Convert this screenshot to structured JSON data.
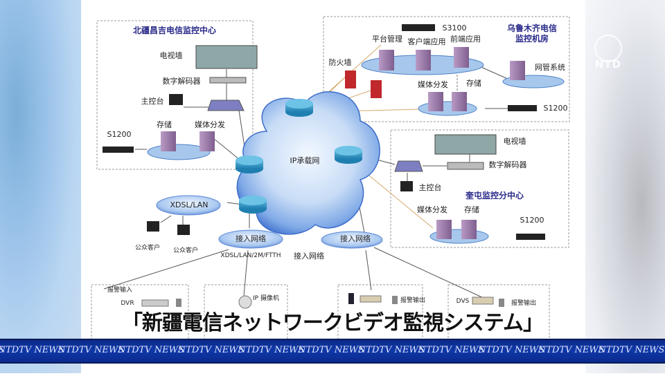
{
  "broadcast": {
    "channel_logo": "NTD",
    "caption": "「新疆電信ネットワークビデオ監視システム」",
    "ticker_text": "NTDTV NEWS",
    "ticker_repeat": 12,
    "ticker_color": "#0f38a8"
  },
  "diagram": {
    "core_network": "IP承载网",
    "center_beijiang": {
      "title": "北疆昌吉电信监控中心",
      "video_wall": "电视墙",
      "decoder": "数字解码器",
      "console": "主控台",
      "storage": "存储",
      "media": "媒体分发",
      "server": "S1200"
    },
    "center_urumqi": {
      "title_line1": "乌鲁木齐电信",
      "title_line2": "监控机房",
      "switch": "S3100",
      "platform": "平台管理",
      "client_app": "客户端应用",
      "frontend_app": "前端应用",
      "firewall": "防火墙",
      "nms": "网管系统",
      "media": "媒体分发",
      "storage": "存储",
      "server": "S1200"
    },
    "center_kuitun": {
      "title": "奎屯监控分中心",
      "video_wall": "电视墙",
      "decoder": "数字解码器",
      "console": "主控台",
      "media": "媒体分发",
      "storage": "存储",
      "server": "S1200"
    },
    "access": {
      "xdsl_cloud": "XDSL/LAN",
      "public_client_1": "公众客户",
      "public_client_2": "公众客户",
      "access_net_1": "接入网络",
      "access_types": "XDSL/LAN/2M/FTTH",
      "access_net_2": "接入网络",
      "access_net_2_label": "接入网络"
    },
    "endpoints": {
      "alarm_input": "报警输入",
      "dvr": "DVR",
      "ip_camera": "IP 摄像机",
      "alarm_output_1": "报警输出",
      "dvs": "DVS",
      "alarm_output_2": "报警输出"
    }
  }
}
